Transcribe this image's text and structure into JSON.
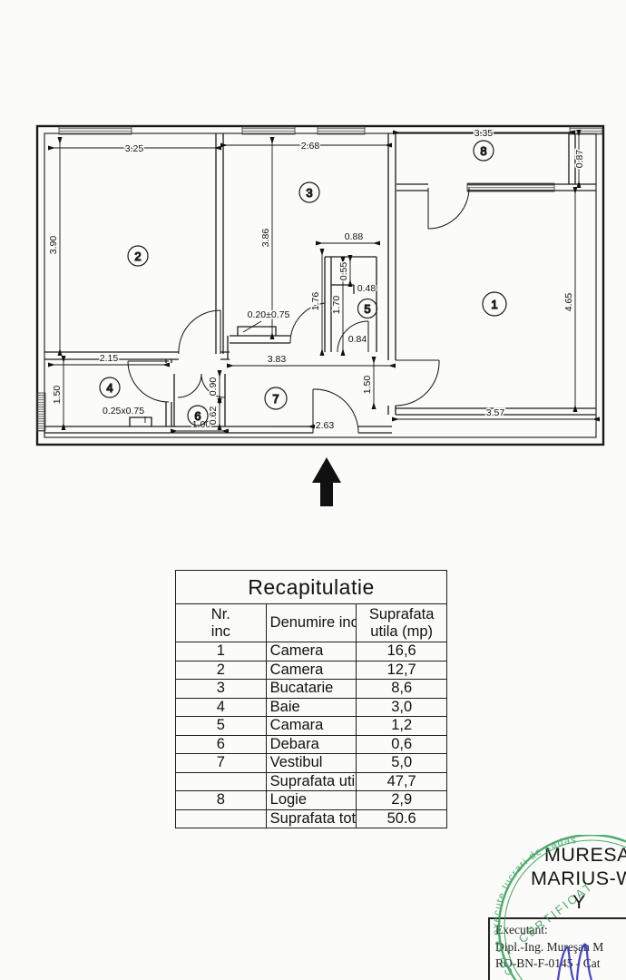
{
  "colors": {
    "ink": "#1a1a1a",
    "stamp_green": "#2f9e56",
    "signature_blue": "#3c3cc8",
    "paper": "#fbfbf9"
  },
  "plan": {
    "rooms": {
      "r1": "1",
      "r2": "2",
      "r3": "3",
      "r4": "4",
      "r5": "5",
      "r6": "6",
      "r7": "7",
      "r8": "8"
    },
    "dims": {
      "room2_w": "3.25",
      "room2_h": "3.90",
      "room3_w": "2.68",
      "room3_h": "3.86",
      "logie_w": "3.35",
      "logie_d": "0.87",
      "room1_h": "4.65",
      "room1_w": "3.57",
      "door71": "1.50",
      "bath_w": "2.15",
      "bath_h": "1.50",
      "niche_bath": "0.25x0.75",
      "niche_kitchen": "0.20±0.75",
      "pantry_w": "0.88",
      "pantry_d": "0.55",
      "pantry_w2": "0.48",
      "pantry_l1": "1.76",
      "pantry_l2": "1.70",
      "pantry_door": "0.84",
      "deb_w": "1.00",
      "deb_door": "0.90",
      "deb_d": "0.62",
      "hall_w": "3.83",
      "entry_w": "2.63"
    }
  },
  "table": {
    "title": "Recapitulatie",
    "headers": {
      "nr1": "Nr.",
      "nr2": "inc",
      "name": "Denumire incapere",
      "area1": "Suprafata",
      "area2": "utila (mp)"
    },
    "rows": [
      {
        "nr": "1",
        "name": "Camera",
        "area": "16,6"
      },
      {
        "nr": "2",
        "name": "Camera",
        "area": "12,7"
      },
      {
        "nr": "3",
        "name": "Bucatarie",
        "area": "8,6"
      },
      {
        "nr": "4",
        "name": "Baie",
        "area": "3,0"
      },
      {
        "nr": "5",
        "name": "Camara",
        "area": "1,2"
      },
      {
        "nr": "6",
        "name": "Debara",
        "area": "0,6"
      },
      {
        "nr": "7",
        "name": "Vestibul",
        "area": "5,0"
      },
      {
        "nr": "",
        "name": "Suprafata utila",
        "area": "47,7"
      },
      {
        "nr": "8",
        "name": "Logie",
        "area": "2,9"
      },
      {
        "nr": "",
        "name": "Suprafata totala",
        "area": "50.6"
      }
    ]
  },
  "stamp": {
    "name_line1": "MURESAN",
    "name_line2": "MARIUS-WI",
    "name_line3": "Y",
    "box_line1": "Executant:",
    "box_line2": "Dipl.-Ing. Mureşan M",
    "box_line3": "RO-BN-F-0145 - Cat",
    "ring_text": "CPI sa execute lucrari de cadas",
    "certificat": "CERTIFICAT"
  }
}
